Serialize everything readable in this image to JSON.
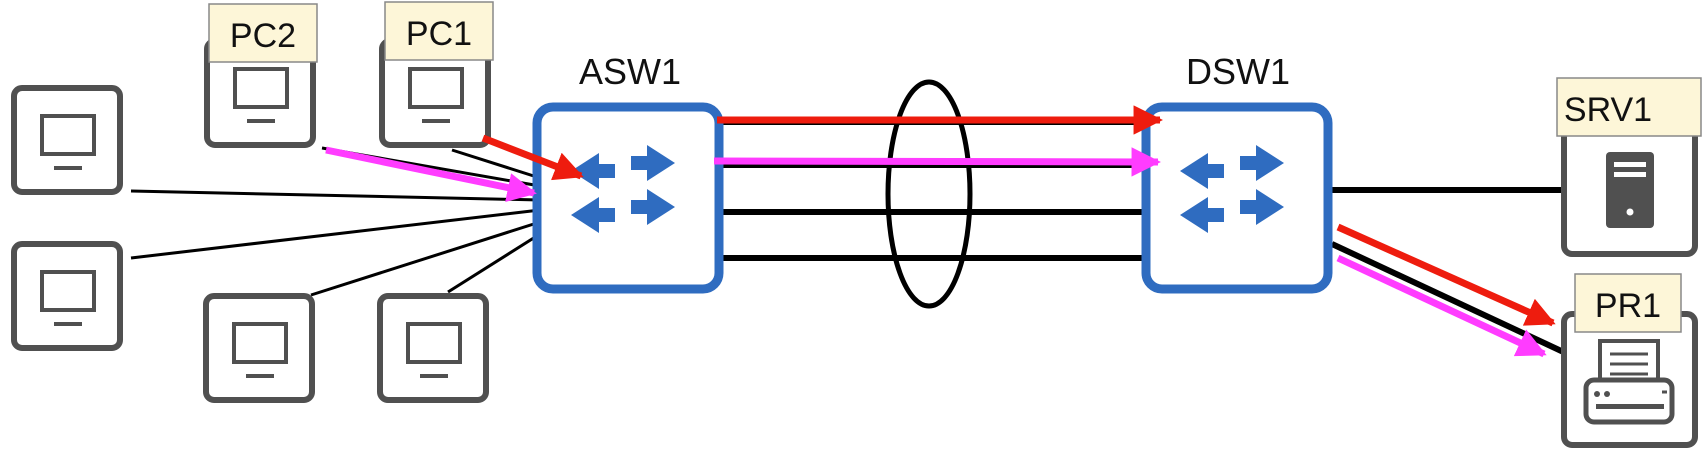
{
  "colors": {
    "switch_border": "#2f6cc0",
    "switch_arrows": "#2f6cc0",
    "device_border": "#505050",
    "tag_fill": "#fdf6d8",
    "link": "#000000",
    "flow_red": "#ee1c0e",
    "flow_magenta": "#ff3cff"
  },
  "switches": {
    "asw1": {
      "label": "ASW1",
      "icon": "switch-icon"
    },
    "dsw1": {
      "label": "DSW1",
      "icon": "switch-icon"
    }
  },
  "hosts": {
    "pc1": {
      "label": "PC1",
      "icon": "monitor-icon"
    },
    "pc2": {
      "label": "PC2",
      "icon": "monitor-icon"
    },
    "srv1": {
      "label": "SRV1",
      "icon": "server-icon"
    },
    "pr1": {
      "label": "PR1",
      "icon": "printer-icon"
    }
  },
  "unlabeled_pcs": [
    "monitor-icon",
    "monitor-icon",
    "monitor-icon",
    "monitor-icon"
  ],
  "etherchannel": {
    "link_count": 4,
    "symbol": "ellipse"
  },
  "flows": [
    {
      "name": "red",
      "color": "#ee1c0e",
      "path": [
        "PC1",
        "ASW1",
        "DSW1",
        "PR1"
      ]
    },
    {
      "name": "magenta",
      "color": "#ff3cff",
      "path": [
        "PC2",
        "ASW1",
        "DSW1",
        "PR1"
      ]
    }
  ]
}
